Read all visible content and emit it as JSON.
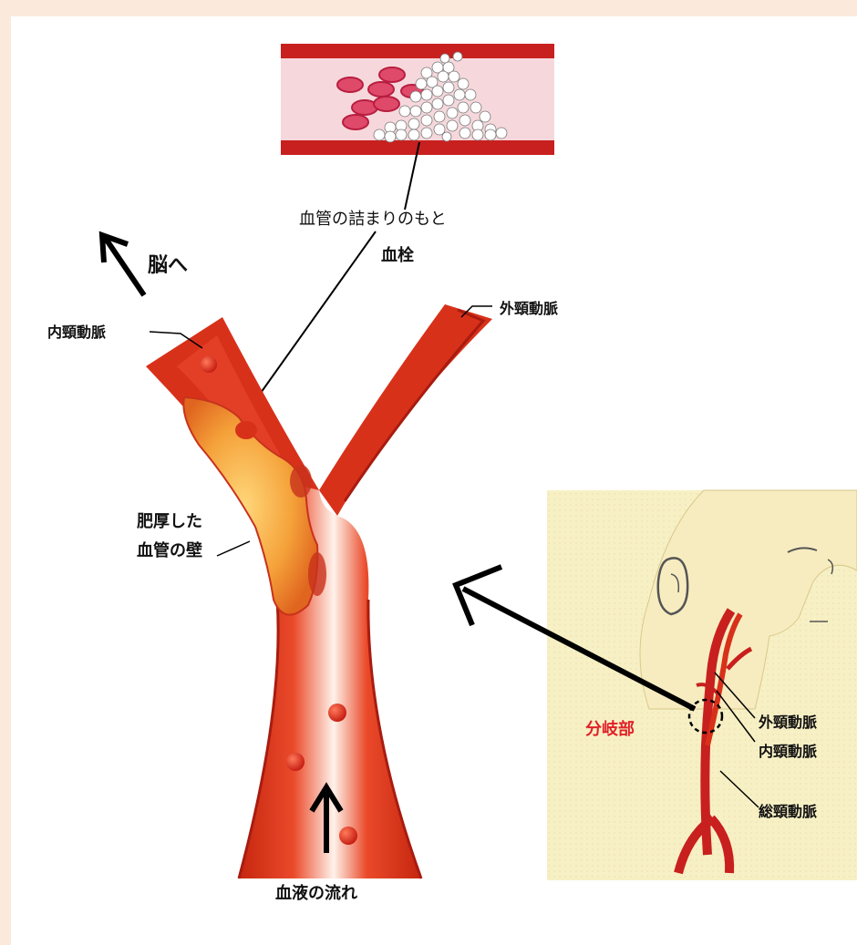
{
  "labels": {
    "clot_cause": "血管の詰まりのもと",
    "clot_name": "血栓",
    "to_brain": "脳へ",
    "internal_carotid": "内頸動脈",
    "external_carotid": "外頸動脈",
    "thickened_wall_line1": "肥厚した",
    "thickened_wall_line2": "血管の壁",
    "blood_flow": "血液の流れ",
    "bifurcation": "分岐部",
    "inset_external": "外頸動脈",
    "inset_internal": "内頸動脈",
    "inset_common": "総頸動脈"
  },
  "colors": {
    "page_bg": "#fbe9dc",
    "vessel_red": "#d8311a",
    "vessel_dark": "#a81c10",
    "plaque_orange": "#f4a13a",
    "plaque_dark": "#c8321c",
    "inset_skin": "#f7f0c4",
    "bifurcation_red": "#e0202a"
  },
  "icons": [
    "arrow-up-left-icon",
    "arrow-up-icon",
    "arrow-pointer-icon",
    "dashed-circle-icon"
  ]
}
